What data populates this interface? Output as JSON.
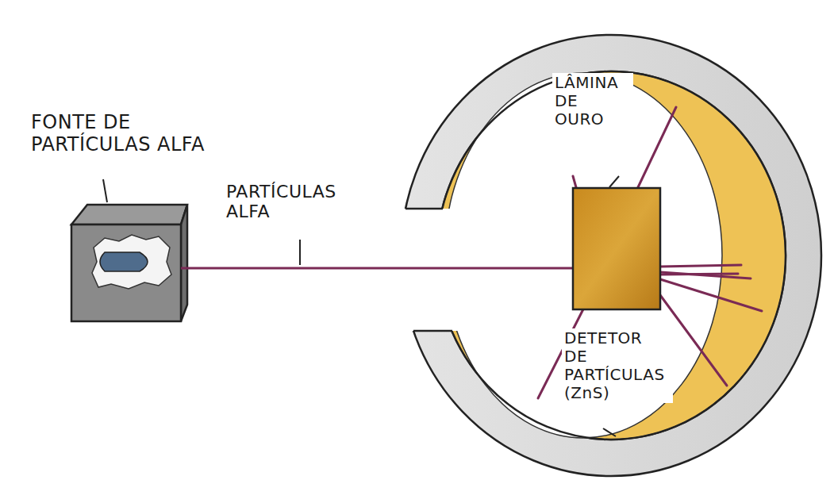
{
  "diagram": {
    "labels": [
      "FONTE DE PARTÍCULAS ALFA",
      "PARTÍCULAS ALFA",
      "LÂMINA DE OURO",
      "DETETOR DE PARTÍCULAS (ZnS)"
    ]
  }
}
